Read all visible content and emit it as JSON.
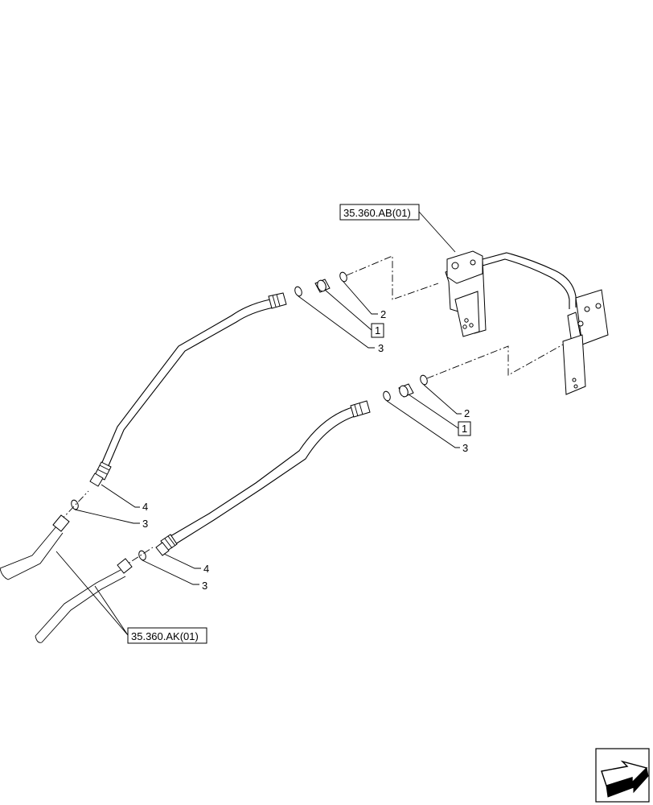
{
  "references": {
    "ab": "35.360.AB(01)",
    "ak": "35.360.AK(01)"
  },
  "callouts": {
    "upper_2": "2",
    "upper_1": "1",
    "upper_3": "3",
    "lower_2": "2",
    "lower_1": "1",
    "lower_3": "3",
    "left_upper_4": "4",
    "left_upper_3": "3",
    "left_lower_4": "4",
    "left_lower_3": "3"
  },
  "icons": {
    "nav": "arrow-navigation-icon"
  }
}
